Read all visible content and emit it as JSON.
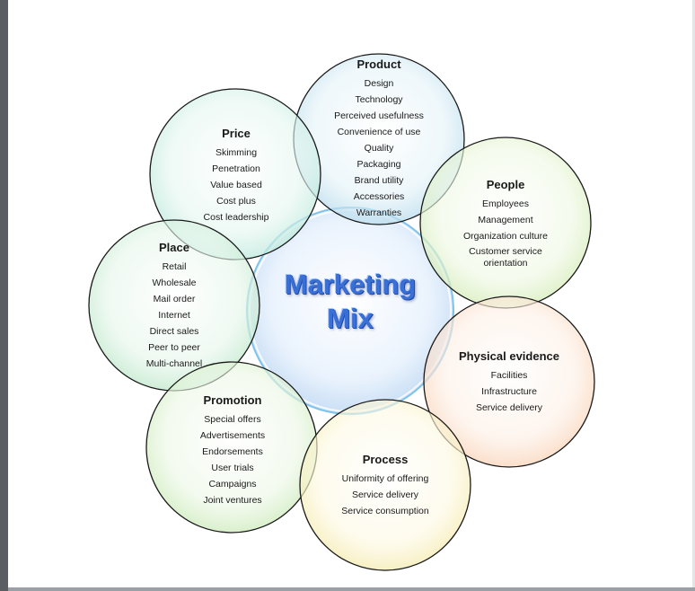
{
  "center": {
    "title_line1": "Marketing",
    "title_line2": "Mix"
  },
  "circles": {
    "product": {
      "title": "Product",
      "items": [
        "Design",
        "Technology",
        "Perceived usefulness",
        "Convenience of use",
        "Quality",
        "Packaging",
        "Brand utility",
        "Accessories",
        "Warranties"
      ],
      "color": "#8ec5dd"
    },
    "price": {
      "title": "Price",
      "items": [
        "Skimming",
        "Penetration",
        "Value based",
        "Cost plus",
        "Cost leadership"
      ],
      "color": "#8fd8c4"
    },
    "people": {
      "title": "People",
      "items": [
        "Employees",
        "Management",
        "Organization culture",
        "Customer service orientation"
      ],
      "color": "#b7e08a"
    },
    "place": {
      "title": "Place",
      "items": [
        "Retail",
        "Wholesale",
        "Mail order",
        "Internet",
        "Direct sales",
        "Peer to peer",
        "Multi-channel"
      ],
      "color": "#93d8a6"
    },
    "physical_evidence": {
      "title": "Physical evidence",
      "items": [
        "Facilities",
        "Infrastructure",
        "Service delivery"
      ],
      "color": "#f6b98c"
    },
    "promotion": {
      "title": "Promotion",
      "items": [
        "Special offers",
        "Advertisements",
        "Endorsements",
        "User trials",
        "Campaigns",
        "Joint ventures"
      ],
      "color": "#a7dc8c"
    },
    "process": {
      "title": "Process",
      "items": [
        "Uniformity of offering",
        "Service delivery",
        "Service consumption"
      ],
      "color": "#f4e58c"
    }
  }
}
